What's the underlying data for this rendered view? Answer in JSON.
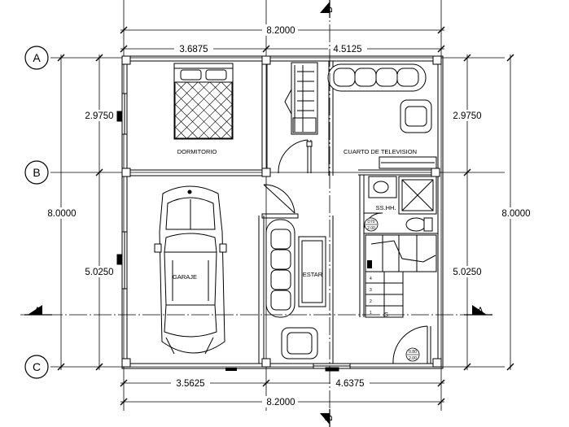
{
  "axes": {
    "A": "A",
    "B": "B",
    "C": "C"
  },
  "dimensions": {
    "top_total": "8.2000",
    "top_left": "3.6875",
    "top_right": "4.5125",
    "bottom_left": "3.5625",
    "bottom_right": "4.6375",
    "bottom_total": "8.2000",
    "left_upper": "2.9750",
    "left_lower": "5.0250",
    "left_total": "8.0000",
    "right_upper": "2.9750",
    "right_lower": "5.0250",
    "right_total": "8.0000"
  },
  "rooms": {
    "dormitorio": "DORMITORIO",
    "cuarto_tv": "CUARTO DE TELEVISION",
    "ss_hh": "SS.HH.",
    "garaje": "GARAJE",
    "estar": "ESTAR"
  },
  "section_marks": {
    "a_left": "A",
    "a_right": "A",
    "b_top": "B",
    "b_bottom": "B"
  },
  "tags": {
    "d_bath_top": "D70",
    "d_bath_bottom": "2.00",
    "d_entry_top": "0.80",
    "d_entry_bottom": "2.00"
  },
  "stairs": {
    "steps": [
      "4",
      "3",
      "2",
      "1"
    ],
    "s_label": "S"
  }
}
